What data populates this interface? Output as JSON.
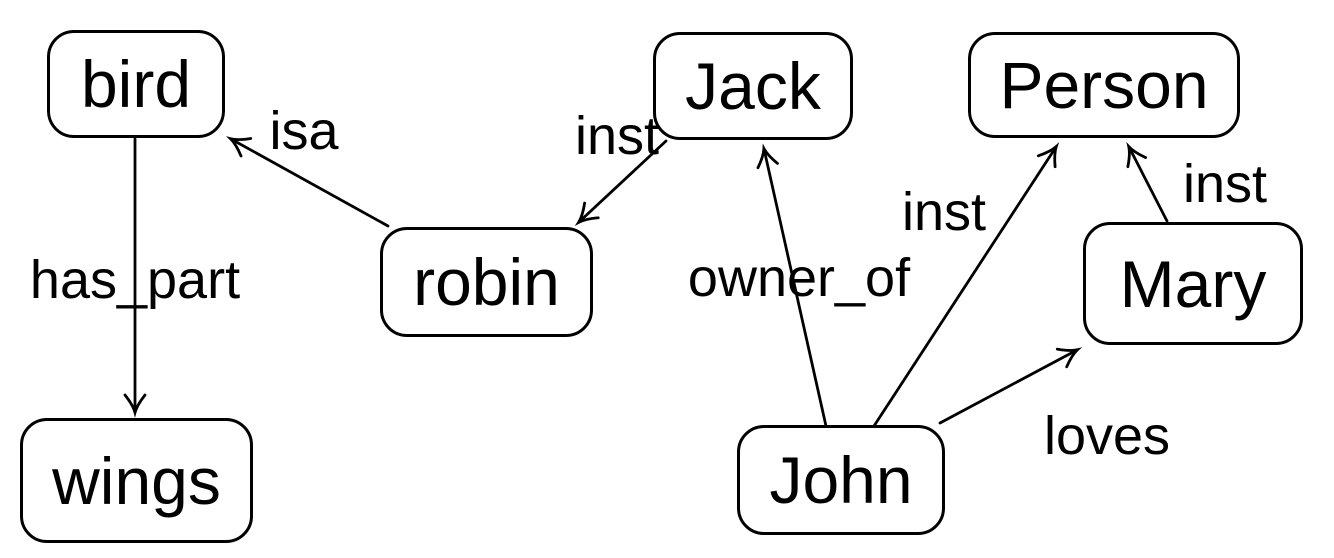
{
  "diagram": {
    "type": "semantic-network",
    "colors": {
      "background": "#ffffff",
      "stroke": "#000000",
      "node_fill": "#ffffff",
      "text": "#000000"
    },
    "nodes": [
      {
        "id": "bird",
        "label": "bird"
      },
      {
        "id": "jack",
        "label": "Jack"
      },
      {
        "id": "person",
        "label": "Person"
      },
      {
        "id": "robin",
        "label": "robin"
      },
      {
        "id": "mary",
        "label": "Mary"
      },
      {
        "id": "wings",
        "label": "wings"
      },
      {
        "id": "john",
        "label": "John"
      }
    ],
    "edges": [
      {
        "from": "robin",
        "to": "bird",
        "label": "isa"
      },
      {
        "from": "Jack",
        "to": "robin",
        "label": "inst"
      },
      {
        "from": "bird",
        "to": "wings",
        "label": "has_part"
      },
      {
        "from": "John",
        "to": "Jack",
        "label": "owner_of"
      },
      {
        "from": "John",
        "to": "Person",
        "label": "inst"
      },
      {
        "from": "Mary",
        "to": "Person",
        "label": "inst"
      },
      {
        "from": "John",
        "to": "Mary",
        "label": "loves"
      }
    ]
  }
}
